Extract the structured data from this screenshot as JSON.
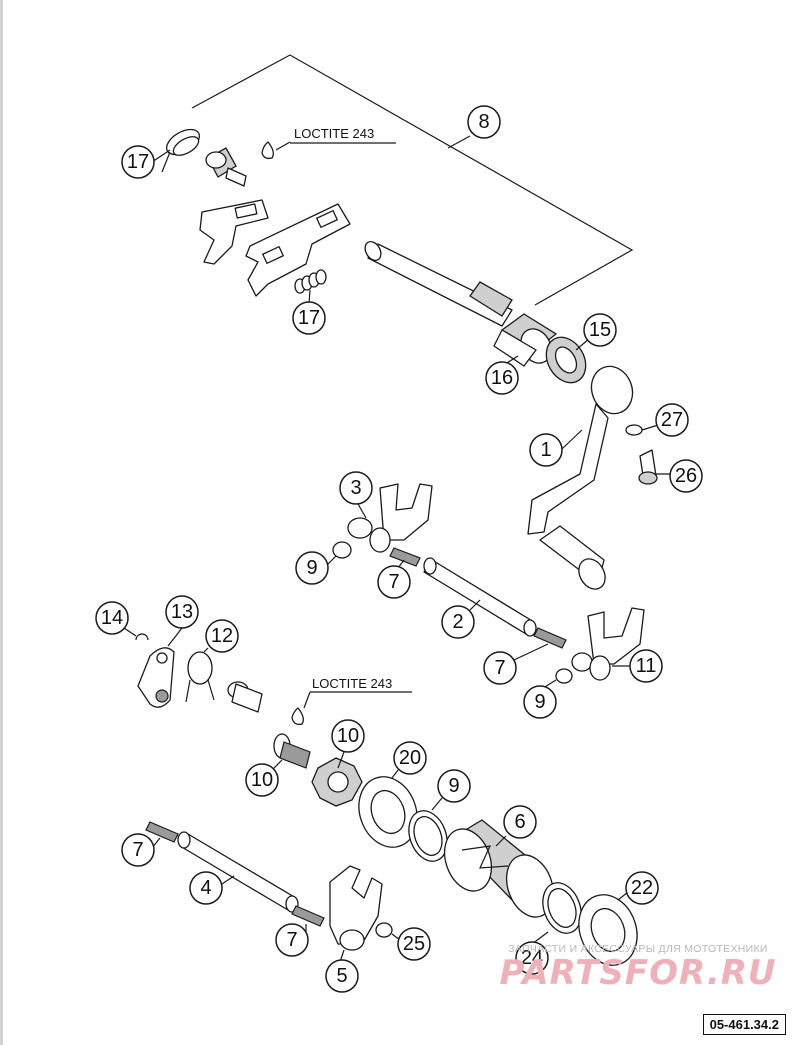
{
  "diagram": {
    "callouts": [
      {
        "id": "1",
        "label": "1"
      },
      {
        "id": "2",
        "label": "2"
      },
      {
        "id": "3",
        "label": "3"
      },
      {
        "id": "4",
        "label": "4"
      },
      {
        "id": "5",
        "label": "5"
      },
      {
        "id": "6",
        "label": "6"
      },
      {
        "id": "7a",
        "label": "7"
      },
      {
        "id": "7b",
        "label": "7"
      },
      {
        "id": "7c",
        "label": "7"
      },
      {
        "id": "7d",
        "label": "7"
      },
      {
        "id": "8",
        "label": "8"
      },
      {
        "id": "9a",
        "label": "9"
      },
      {
        "id": "9b",
        "label": "9"
      },
      {
        "id": "9c",
        "label": "9"
      },
      {
        "id": "10a",
        "label": "10"
      },
      {
        "id": "10b",
        "label": "10"
      },
      {
        "id": "11",
        "label": "11"
      },
      {
        "id": "12",
        "label": "12"
      },
      {
        "id": "13",
        "label": "13"
      },
      {
        "id": "14",
        "label": "14"
      },
      {
        "id": "15",
        "label": "15"
      },
      {
        "id": "16",
        "label": "16"
      },
      {
        "id": "17a",
        "label": "17"
      },
      {
        "id": "17b",
        "label": "17"
      },
      {
        "id": "20",
        "label": "20"
      },
      {
        "id": "22",
        "label": "22"
      },
      {
        "id": "24",
        "label": "24"
      },
      {
        "id": "25",
        "label": "25"
      },
      {
        "id": "26",
        "label": "26"
      },
      {
        "id": "27",
        "label": "27"
      }
    ],
    "notes": [
      {
        "id": "n1",
        "text": "LOCTITE 243"
      },
      {
        "id": "n2",
        "text": "LOCTITE 243"
      }
    ],
    "reference_code": "05-461.34.2"
  },
  "watermark": {
    "caption": "ЗАПЧАСТИ И АКСЕССУАРЫ ДЛЯ МОТОТЕХНИКИ",
    "brand": "PARTSFOR.RU",
    "color": "#f0b0b8"
  }
}
